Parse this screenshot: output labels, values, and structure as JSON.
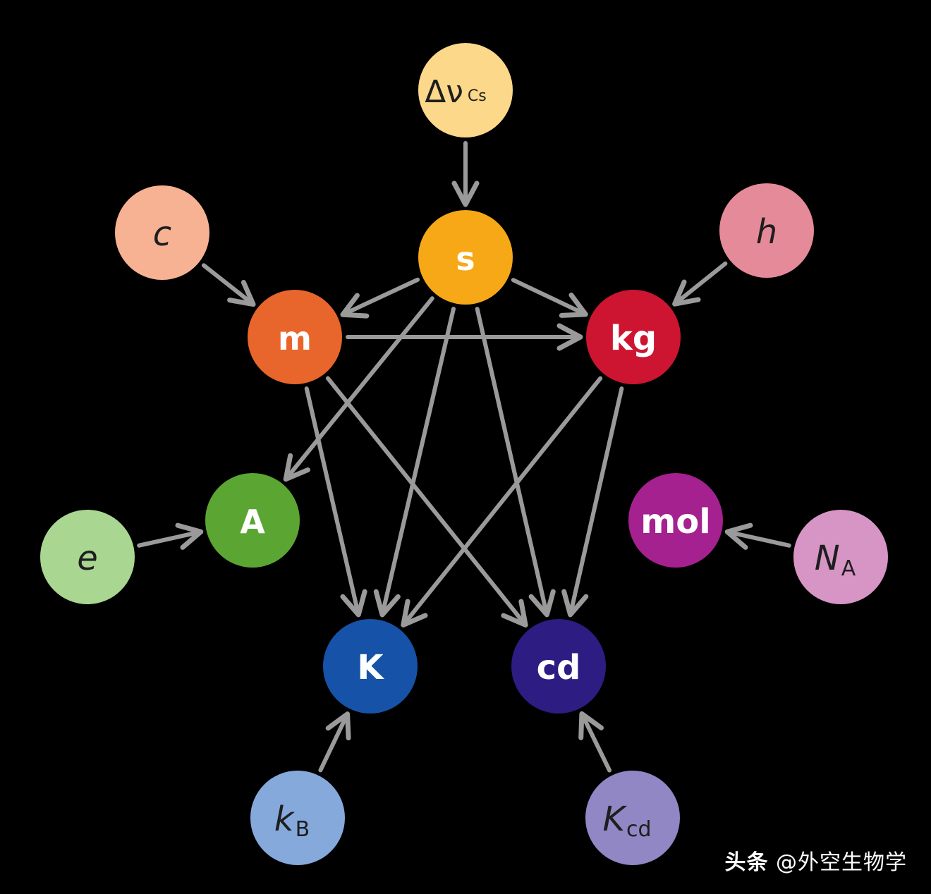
{
  "nodes": {
    "s": {
      "label": "s",
      "color": "#F6A817"
    },
    "m": {
      "label": "m",
      "color": "#E8662B"
    },
    "kg": {
      "label": "kg",
      "color": "#CD1532"
    },
    "A": {
      "label": "A",
      "color": "#5BA632"
    },
    "mol": {
      "label": "mol",
      "color": "#A4218F"
    },
    "K": {
      "label": "K",
      "color": "#1653A8"
    },
    "cd": {
      "label": "cd",
      "color": "#2D1C82"
    }
  },
  "constants": {
    "dnu": {
      "symbol": "Δν",
      "subscript": "Cs",
      "color": "#FCD88A"
    },
    "c": {
      "symbol": "c",
      "subscript": "",
      "color": "#F6B293"
    },
    "h": {
      "symbol": "h",
      "subscript": "",
      "color": "#E58A98"
    },
    "e": {
      "symbol": "e",
      "subscript": "",
      "color": "#A9D792"
    },
    "NA": {
      "symbol": "N",
      "subscript": "A",
      "color": "#D795C6"
    },
    "kB": {
      "symbol": "k",
      "subscript": "B",
      "color": "#86A9DC"
    },
    "Kcd": {
      "symbol": "K",
      "subscript": "cd",
      "color": "#9087C4"
    }
  },
  "arrow_color": "#9A9A9A",
  "edges": [
    {
      "from": "dnu",
      "to": "s"
    },
    {
      "from": "c",
      "to": "m"
    },
    {
      "from": "h",
      "to": "kg"
    },
    {
      "from": "e",
      "to": "A"
    },
    {
      "from": "NA",
      "to": "mol"
    },
    {
      "from": "kB",
      "to": "K"
    },
    {
      "from": "Kcd",
      "to": "cd"
    },
    {
      "from": "s",
      "to": "m"
    },
    {
      "from": "s",
      "to": "kg"
    },
    {
      "from": "s",
      "to": "A"
    },
    {
      "from": "s",
      "to": "K"
    },
    {
      "from": "s",
      "to": "cd"
    },
    {
      "from": "m",
      "to": "kg"
    },
    {
      "from": "m",
      "to": "K"
    },
    {
      "from": "m",
      "to": "cd"
    },
    {
      "from": "kg",
      "to": "K"
    },
    {
      "from": "kg",
      "to": "cd"
    }
  ],
  "watermark": {
    "brand": "头条",
    "handle": "@外空生物学"
  }
}
